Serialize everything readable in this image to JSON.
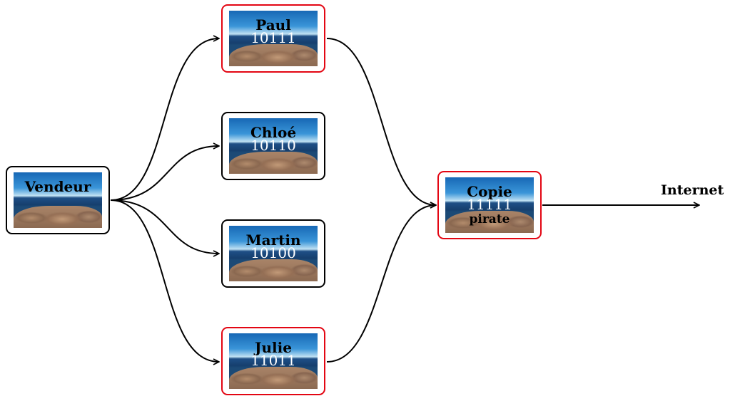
{
  "nodes": {
    "vendeur": {
      "name": "Vendeur"
    },
    "paul": {
      "name": "Paul",
      "code": "10111"
    },
    "chloe": {
      "name": "Chloé",
      "code": "10110"
    },
    "martin": {
      "name": "Martin",
      "code": "10100"
    },
    "julie": {
      "name": "Julie",
      "code": "11011"
    },
    "copie": {
      "name": "Copie",
      "code": "11111",
      "extra": "pirate"
    }
  },
  "internet": {
    "label": "Internet"
  },
  "colors": {
    "leak_border": "#e30613",
    "normal_border": "#000000",
    "watermark_text": "#ffffff"
  }
}
